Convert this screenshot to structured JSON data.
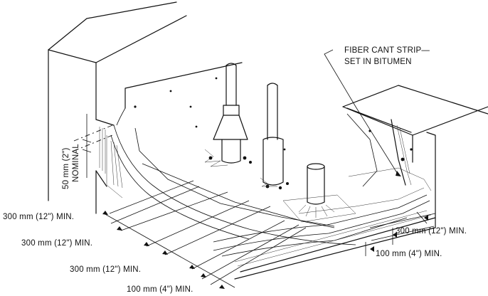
{
  "labels": {
    "cant_line1": "FIBER CANT STRIP—",
    "cant_line2": "SET IN BITUMEN",
    "nominal_a": "50 mm (2\")",
    "nominal_b": "NOMINAL",
    "left_1": "300 mm (12\") MIN.",
    "left_2": "300 mm (12\") MIN.",
    "left_3": "300 mm (12\") MIN.",
    "left_4": "100 mm (4\") MIN.",
    "right_1": "300 mm (12\") MIN.",
    "right_2": "100 mm (4\") MIN."
  }
}
